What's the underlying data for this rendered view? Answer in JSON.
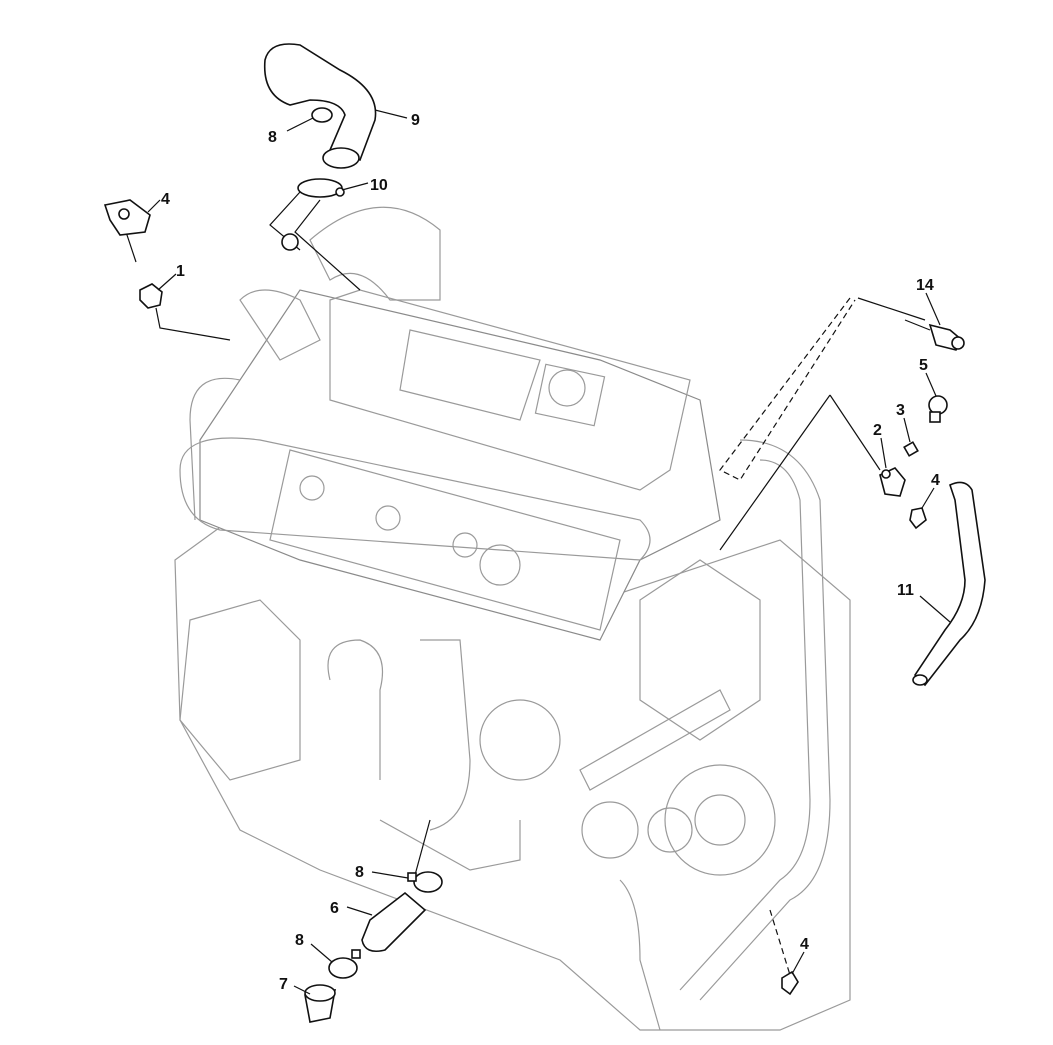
{
  "diagram": {
    "type": "exploded parts diagram",
    "callouts": [
      {
        "id": "c9",
        "label": "9"
      },
      {
        "id": "c8a",
        "label": "8"
      },
      {
        "id": "c10",
        "label": "10"
      },
      {
        "id": "c4a",
        "label": "4"
      },
      {
        "id": "c1",
        "label": "1"
      },
      {
        "id": "c14",
        "label": "14"
      },
      {
        "id": "c5",
        "label": "5"
      },
      {
        "id": "c3",
        "label": "3"
      },
      {
        "id": "c2",
        "label": "2"
      },
      {
        "id": "c4b",
        "label": "4"
      },
      {
        "id": "c11",
        "label": "11"
      },
      {
        "id": "c8b",
        "label": "8"
      },
      {
        "id": "c6",
        "label": "6"
      },
      {
        "id": "c8c",
        "label": "8"
      },
      {
        "id": "c7",
        "label": "7"
      },
      {
        "id": "c4c",
        "label": "4"
      }
    ]
  }
}
